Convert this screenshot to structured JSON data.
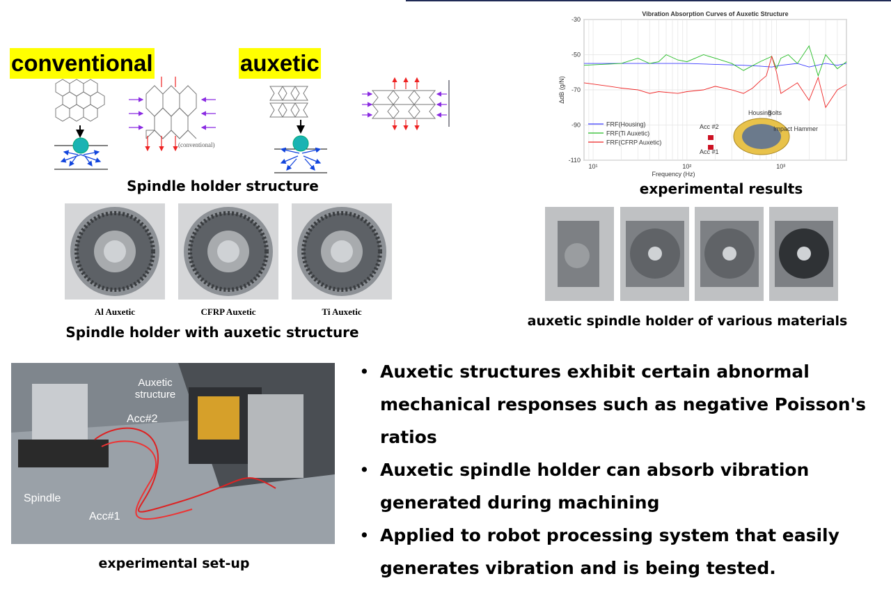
{
  "structure": {
    "conventional_label": "conventional",
    "auxetic_label": "auxetic",
    "conventional_small": "(conventional)",
    "caption": "Spindle holder structure"
  },
  "holders": {
    "items": [
      {
        "label": "Al Auxetic"
      },
      {
        "label": "CFRP Auxetic"
      },
      {
        "label": "Ti Auxetic"
      }
    ],
    "caption": "Spindle holder with auxetic structure"
  },
  "chart_data": {
    "type": "line",
    "title": "Vibration Absorption Curves of Auxetic Structure",
    "xlabel": "Frequency (Hz)",
    "ylabel": "ΔdB (g/N)",
    "xscale": "log",
    "xlim": [
      8,
      5000
    ],
    "ylim": [
      -110,
      -30
    ],
    "yticks": [
      -30,
      -50,
      -70,
      -90,
      -110
    ],
    "xticks": [
      {
        "value": 10,
        "label": "10¹"
      },
      {
        "value": 100,
        "label": "10²"
      },
      {
        "value": 1000,
        "label": "10³"
      }
    ],
    "grid": true,
    "legend_position": "bottom-left",
    "series": [
      {
        "name": "FRF(Housing)",
        "color": "#3a3aff",
        "x": [
          8,
          20,
          50,
          100,
          200,
          400,
          600,
          800,
          1000,
          1500,
          2000,
          3000,
          4000,
          5000
        ],
        "y": [
          -55,
          -55,
          -55,
          -55,
          -55.5,
          -56,
          -56.5,
          -57,
          -56,
          -55,
          -57,
          -55,
          -56,
          -55
        ]
      },
      {
        "name": "FRF(Ti Auxetic)",
        "color": "#22bb22",
        "x": [
          8,
          20,
          30,
          40,
          50,
          60,
          80,
          100,
          150,
          200,
          300,
          400,
          600,
          800,
          900,
          1000,
          1200,
          1500,
          2000,
          2500,
          3000,
          4000,
          5000
        ],
        "y": [
          -56,
          -55,
          -52,
          -55,
          -54,
          -50,
          -53,
          -54,
          -50,
          -52,
          -55,
          -59,
          -54,
          -51,
          -58,
          -52,
          -50,
          -55,
          -45,
          -62,
          -50,
          -58,
          -54
        ]
      },
      {
        "name": "FRF(CFRP Auxetic)",
        "color": "#ee2222",
        "x": [
          8,
          15,
          20,
          30,
          40,
          50,
          80,
          100,
          150,
          200,
          300,
          400,
          500,
          600,
          700,
          800,
          900,
          1000,
          1500,
          2000,
          2500,
          3000,
          4000,
          5000
        ],
        "y": [
          -66,
          -68,
          -69,
          -70,
          -72,
          -71,
          -72,
          -71,
          -70,
          -68,
          -70,
          -72,
          -69,
          -65,
          -62,
          -51,
          -60,
          -72,
          -66,
          -76,
          -63,
          -80,
          -70,
          -67
        ]
      }
    ],
    "annotations": [
      "Housing",
      "Bolts",
      "Impact Hammer",
      "Acc #2",
      "Acc #1"
    ],
    "caption": "experimental results"
  },
  "materials": {
    "caption": "auxetic spindle holder of various materials"
  },
  "setup": {
    "labels": [
      "Auxetic structure",
      "Acc#2",
      "Spindle",
      "Acc#1"
    ],
    "caption": "experimental set-up"
  },
  "bullets": [
    "Auxetic structures exhibit certain abnormal mechanical responses such as negative Poisson's ratios",
    "Auxetic spindle holder can absorb vibration generated during machining",
    "Applied to robot processing system that easily generates vibration and is being tested."
  ]
}
